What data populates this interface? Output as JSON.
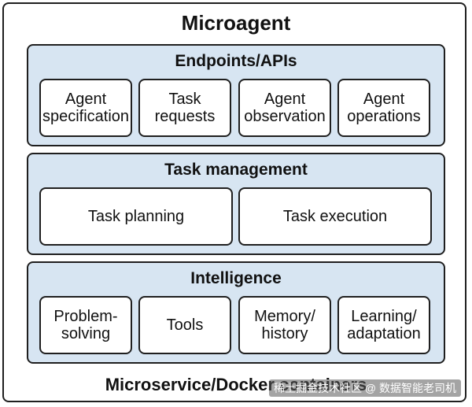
{
  "title": "Microagent",
  "layers": [
    {
      "title": "Endpoints/APIs",
      "components": [
        "Agent\nspecification",
        "Task\nrequests",
        "Agent\nobservation",
        "Agent\noperations"
      ]
    },
    {
      "title": "Task management",
      "components": [
        "Task planning",
        "Task execution"
      ]
    },
    {
      "title": "Intelligence",
      "components": [
        "Problem-\nsolving",
        "Tools",
        "Memory/\nhistory",
        "Learning/\nadaptation"
      ]
    }
  ],
  "footer": "Microservice/Docker containers",
  "watermark": "稀土掘金技术社区 @ 数据智能老司机",
  "colors": {
    "layer_fill": "#d7e5f2",
    "border": "#1f1f1f",
    "box_fill": "#ffffff"
  }
}
